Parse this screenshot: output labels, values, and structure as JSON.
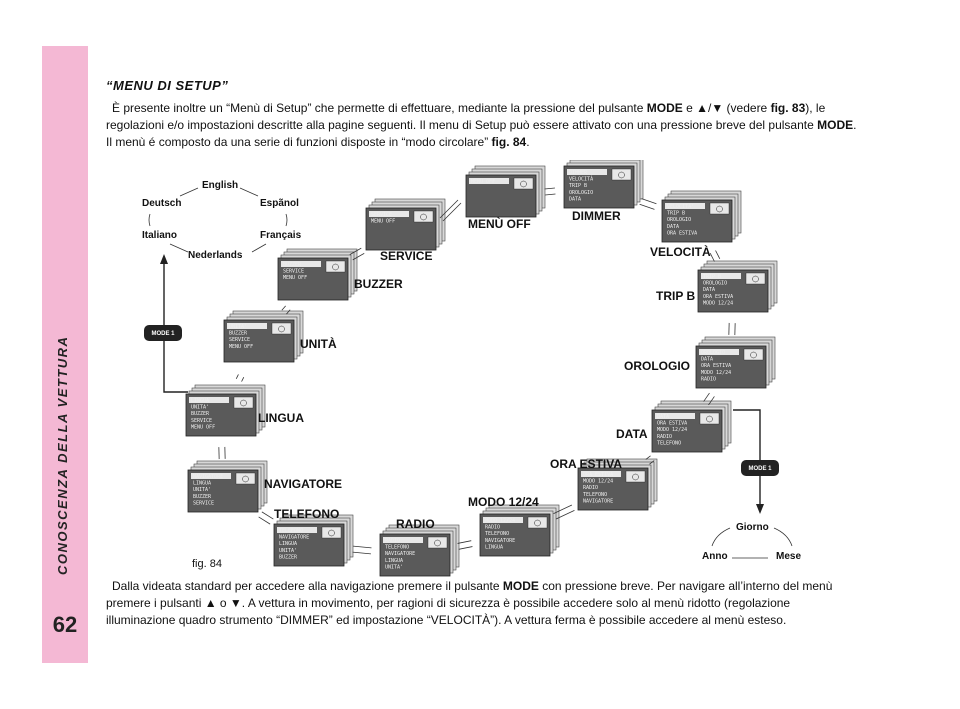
{
  "sidebar": {
    "title": "CONOSCENZA DELLA VETTURA",
    "page_number": "62"
  },
  "heading": "“MENU DI SETUP”",
  "intro": {
    "t1": "È presente inoltre un “Menù di Setup” che permette di effettuare, mediante la pressione del pulsante ",
    "b1": "MODE",
    "t2": " e ▲/▼ (vedere ",
    "b2": "fig. 83",
    "t3": "), le regolazioni e/o impostazioni descritte alla pagine seguenti. Il menu di Setup può essere attivato con una pressione breve del pulsante ",
    "b3": "MODE",
    "t4": ". Il menù é composto da una serie di funzioni disposte in “modo circolare” ",
    "b4": "fig. 84",
    "t5": "."
  },
  "outro": {
    "t1": "Dalla videata standard per accedere alla navigazione premere il pulsante ",
    "b1": "MODE",
    "t2": " con pressione breve. Per navigare all’interno del menù premere i pulsanti ▲ o ▼. A vettura in movimento, per ragioni di sicurezza è possibile accedere solo al menù ridotto (regolazione illuminazione quadro strumento “DIMMER” ed impostazione “VELOCITÀ”). A vettura ferma è possibile accedere al menù esteso."
  },
  "figure": {
    "caption": "fig. 84",
    "mode_button": "MODE 1",
    "languages": [
      "English",
      "Deutsch",
      "Espãnol",
      "Italiano",
      "Français",
      "Nederlands"
    ],
    "date_fields": [
      "Giorno",
      "Anno",
      "Mese"
    ],
    "labels": [
      "MENÙ OFF",
      "DIMMER",
      "VELOCITÀ",
      "TRIP B",
      "OROLOGIO",
      "DATA",
      "ORA ESTIVA",
      "MODO 12/24",
      "RADIO",
      "TELEFONO",
      "NAVIGATORE",
      "LINGUA",
      "UNITÀ",
      "BUZZER",
      "SERVICE"
    ],
    "screens": [
      [
        "MENU OFF"
      ],
      [
        "DIMMER",
        "VELOCITÀ",
        "TRIP B",
        "OROLOGIO",
        "DATA"
      ],
      [
        "VELOCITA'",
        "TRIP B",
        "OROLOGIO",
        "DATA",
        "ORA ESTIVA"
      ],
      [
        "TRIP B",
        "OROLOGIO",
        "DATA",
        "ORA ESTIVA",
        "MODO 12/24"
      ],
      [
        "OROLOGIO",
        "DATA",
        "ORA ESTIVA",
        "MODO 12/24",
        "RADIO"
      ],
      [
        "DATA",
        "ORA ESTIVA",
        "MODO 12/24",
        "RADIO",
        "TELEFONO"
      ],
      [
        "ORA ESTIVA",
        "MODO 12/24",
        "RADIO",
        "TELEFONO",
        "NAVIGATORE"
      ],
      [
        "MODO 12/24",
        "RADIO",
        "TELEFONO",
        "NAVIGATORE",
        "LINGUA"
      ],
      [
        "RADIO",
        "TELEFONO",
        "NAVIGATORE",
        "LINGUA",
        "UNITA'"
      ],
      [
        "TELEFONO",
        "NAVIGATORE",
        "LINGUA",
        "UNITA'",
        "BUZZER"
      ],
      [
        "NAVIGATORE",
        "LINGUA",
        "UNITA'",
        "BUZZER",
        "SERVICE"
      ],
      [
        "LINGUA",
        "UNITA'",
        "BUZZER",
        "SERVICE",
        "MENU OFF"
      ],
      [
        "UNITA'",
        "BUZZER",
        "SERVICE",
        "MENU OFF"
      ],
      [
        "BUZZER",
        "SERVICE",
        "MENU OFF"
      ],
      [
        "SERVICE",
        "MENU OFF"
      ]
    ],
    "screen_icon": "speedometer-icon"
  }
}
